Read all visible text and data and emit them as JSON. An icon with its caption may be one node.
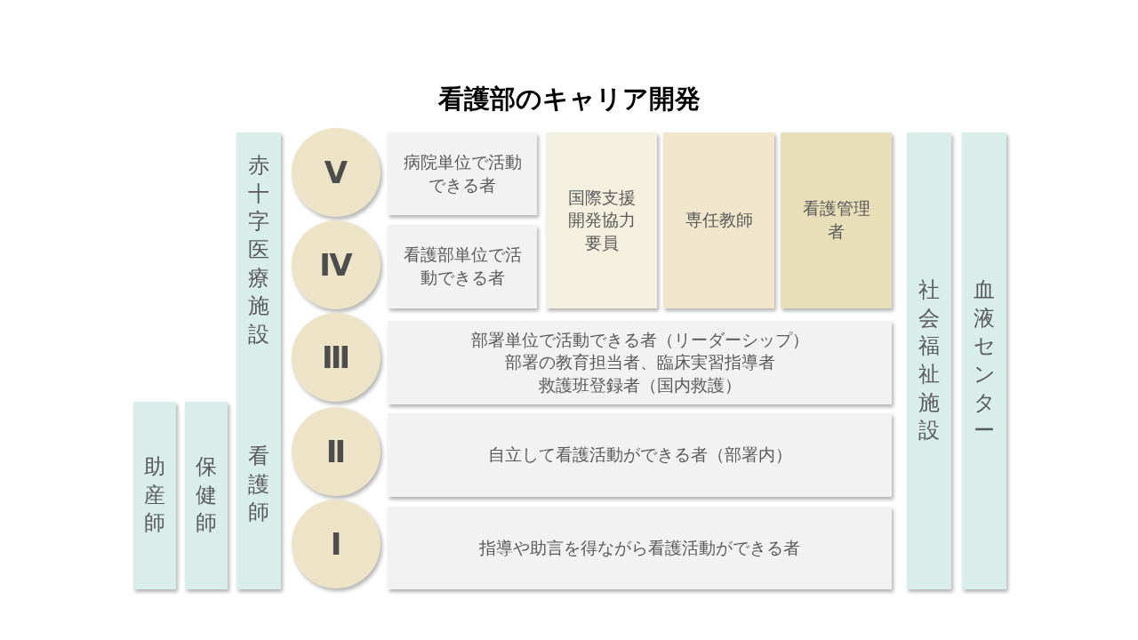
{
  "diagram": {
    "title": "看護部のキャリア開発",
    "nodes": [
      {
        "text": [
          "赤十字医療施設",
          "看護師"
        ]
      },
      {
        "text": [
          "Ⅴ"
        ]
      },
      {
        "text": [
          "病院単位で活動できる者"
        ]
      },
      {
        "text": [
          "国際支援開発協力要員"
        ]
      },
      {
        "text": [
          "専任教師"
        ]
      },
      {
        "text": [
          "看護管理者"
        ]
      },
      {
        "text": [
          "社会福祉施設"
        ]
      },
      {
        "text": [
          "血液センター"
        ]
      },
      {
        "text": [
          "Ⅳ"
        ]
      },
      {
        "text": [
          "看護部単位で活動できる者"
        ]
      },
      {
        "text": [
          "Ⅲ"
        ]
      },
      {
        "text": [
          "部署単位で活動できる者（リーダーシップ）",
          "部署の教育担当者、臨床実習指導者",
          "救護班登録者（国内救護）"
        ]
      },
      {
        "text": [
          "助産師"
        ]
      },
      {
        "text": [
          "保健師"
        ]
      },
      {
        "text": [
          "Ⅱ"
        ]
      },
      {
        "text": [
          "自立して看護活動ができる者（部署内）"
        ]
      },
      {
        "text": [
          "Ⅰ"
        ]
      },
      {
        "text": [
          "指導や助言を得ながら看護活動ができる者"
        ]
      }
    ]
  }
}
